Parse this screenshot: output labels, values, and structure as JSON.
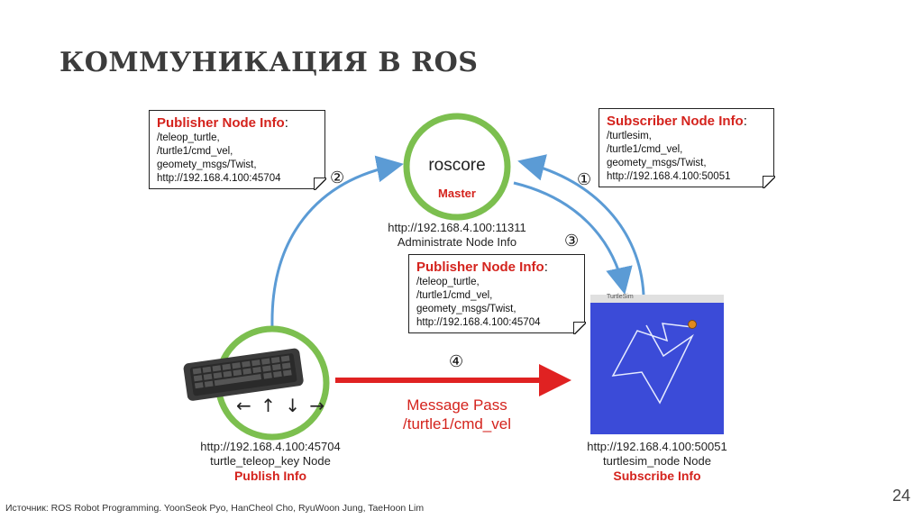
{
  "slide": {
    "title": "КОММУНИКАЦИЯ В ROS",
    "page_number": "24",
    "source": "Источник: ROS Robot Programming.  YoonSeok Pyo, HanCheol Cho, RyuWoon Jung, TaeHoon Lim"
  },
  "publisher_note_top": {
    "title": "Publisher Node Info",
    "colon": ":",
    "lines": [
      "/teleop_turtle,",
      "/turtle1/cmd_vel,",
      "geomety_msgs/Twist,",
      "http://192.168.4.100:45704"
    ]
  },
  "subscriber_note": {
    "title": "Subscriber Node Info",
    "colon": ":",
    "lines": [
      "/turtlesim,",
      "/turtle1/cmd_vel,",
      "geomety_msgs/Twist,",
      "http://192.168.4.100:50051"
    ]
  },
  "publisher_note_mid": {
    "title": "Publisher Node Info",
    "colon": ":",
    "lines": [
      "/teleop_turtle,",
      "/turtle1/cmd_vel,",
      "geomety_msgs/Twist,",
      "http://192.168.4.100:45704"
    ]
  },
  "roscore": {
    "name": "roscore",
    "role": "Master",
    "uri": "http://192.168.4.100:11311",
    "desc": "Administrate Node Info"
  },
  "steps": {
    "s1": "①",
    "s2": "②",
    "s3": "③",
    "s4": "④"
  },
  "message": {
    "line1": "Message Pass",
    "line2": "/turtle1/cmd_vel"
  },
  "teleop": {
    "arrows": "← ↑ ↓ →",
    "uri": "http://192.168.4.100:45704",
    "name": "turtle_teleop_key",
    "name_suffix": " Node",
    "role": "Publish Info"
  },
  "turtlesim": {
    "window_title": "TurtleSim",
    "uri": "http://192.168.4.100:50051",
    "name": "turtlesim_node Node",
    "role": "Subscribe Info"
  },
  "colors": {
    "green": "#7cbf4f",
    "blue_arrow": "#5b9bd5",
    "red": "#e02222",
    "turtle_bg": "#3b4bd8"
  }
}
